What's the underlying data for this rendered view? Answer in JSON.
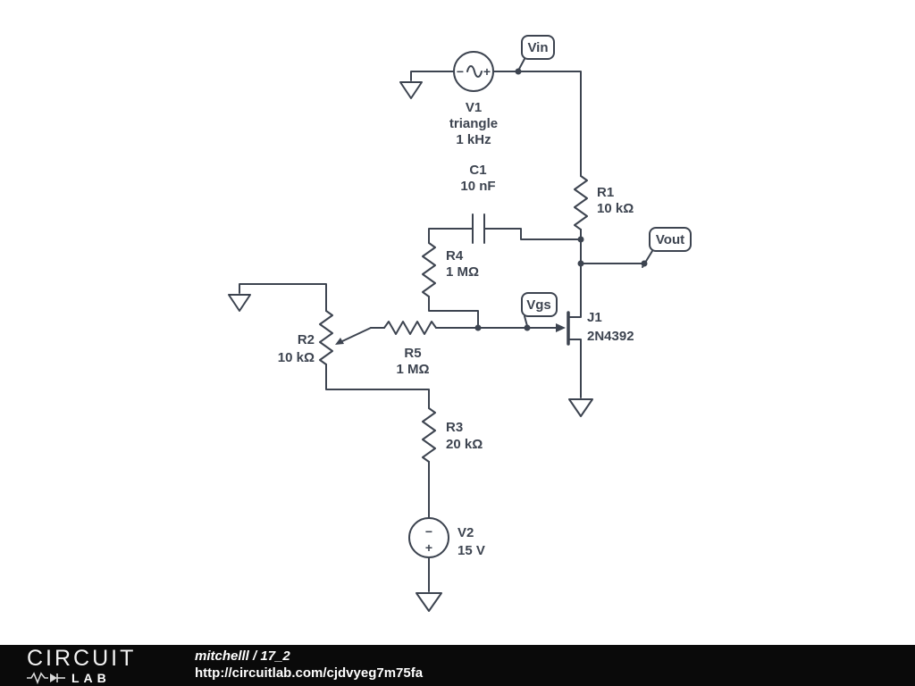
{
  "schematic": {
    "flags": {
      "vin": "Vin",
      "vout": "Vout",
      "vgs": "Vgs"
    },
    "components": {
      "v1": {
        "name": "V1",
        "desc": "triangle",
        "value": "1 kHz"
      },
      "v2": {
        "name": "V2",
        "value": "15 V"
      },
      "r1": {
        "name": "R1",
        "value": "10 kΩ"
      },
      "r2": {
        "name": "R2",
        "value": "10 kΩ"
      },
      "r3": {
        "name": "R3",
        "value": "20 kΩ"
      },
      "r4": {
        "name": "R4",
        "value": "1 MΩ"
      },
      "r5": {
        "name": "R5",
        "value": "1 MΩ"
      },
      "c1": {
        "name": "C1",
        "value": "10 nF"
      },
      "j1": {
        "name": "J1",
        "value": "2N4392"
      }
    },
    "symbols": {
      "minus": "−",
      "plus": "+"
    }
  },
  "footer": {
    "logo_top": "CIRCUIT",
    "logo_bottom": "LAB",
    "project": "mitchelll / 17_2",
    "url": "http://circuitlab.com/cjdvyeg7m75fa"
  },
  "colors": {
    "wire": "#3d4450",
    "footer_bg": "#0a0a0a"
  }
}
